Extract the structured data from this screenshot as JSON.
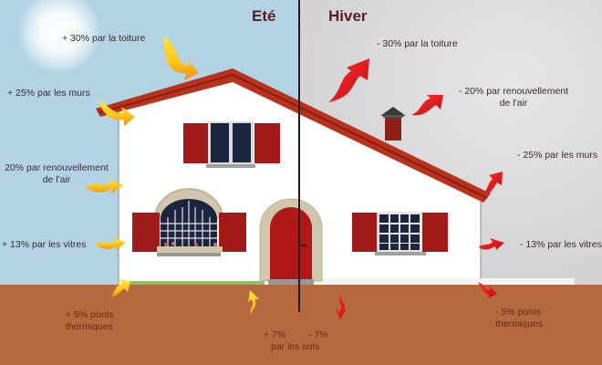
{
  "seasons": {
    "summer": "Eté",
    "winter": "Hiver"
  },
  "summer_labels": {
    "roof": "+ 30% par la toiture",
    "walls": "+ 25% par les murs",
    "air_line1": "20% par renouvellement",
    "air_line2": "de l'air",
    "windows": "+ 13% par les vitres",
    "bridges_line1": "+ 5% ponts",
    "bridges_line2": "thermiques",
    "floor": "+ 7%"
  },
  "winter_labels": {
    "roof": "- 30% par la toiture",
    "air_line1": "- 20% par renouvellement",
    "air_line2": "de l'air",
    "walls": "- 25% par les murs",
    "windows": "- 13% par les vitres",
    "bridges_line1": "- 5% ponts",
    "bridges_line2": "thermiques",
    "floor": "- 7%"
  },
  "shared_labels": {
    "floor_suffix": "par les sols"
  },
  "colors": {
    "sky_summer": "#b1d3e4",
    "sky_winter": "#d6d6d8",
    "ground": "#b6683f",
    "roof": "#b8321c",
    "shutters": "#a01a1a",
    "summer_arrow": "#ffd21f",
    "winter_arrow": "#e8141a",
    "title": "#5a1e22"
  }
}
